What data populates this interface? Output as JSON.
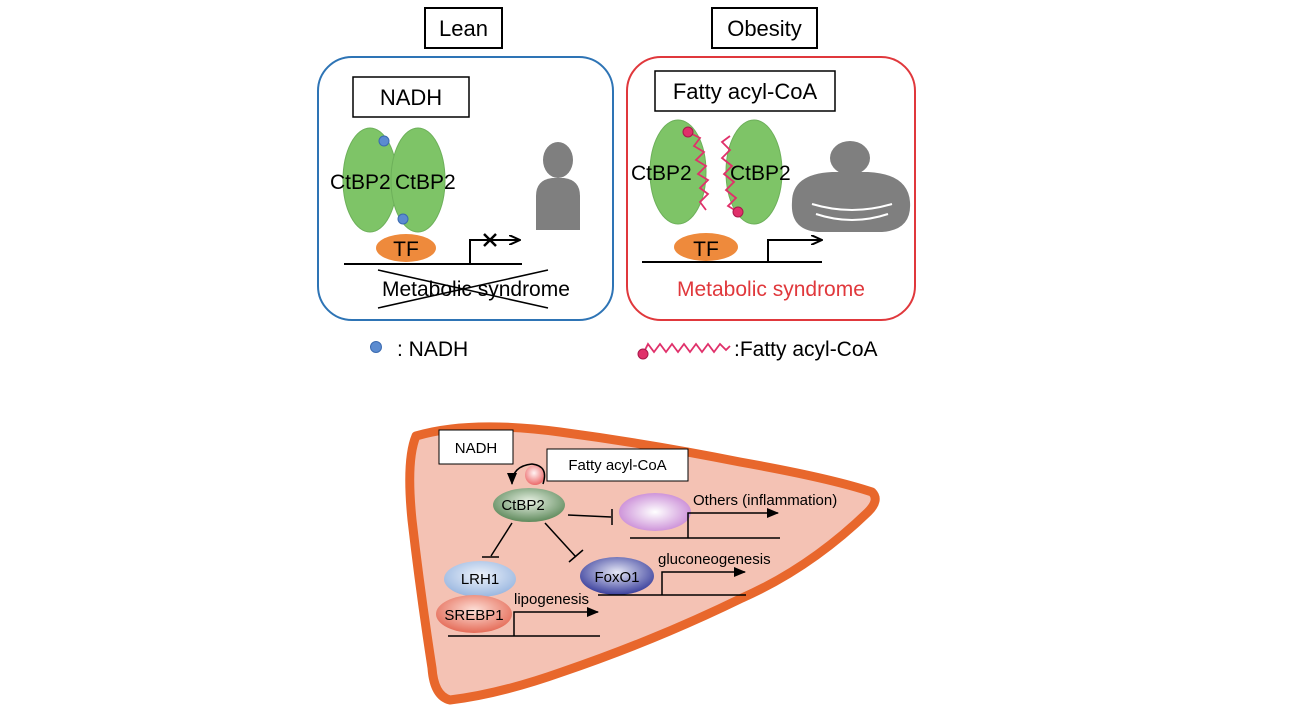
{
  "top": {
    "lean_panel": {
      "title": "Lean",
      "nadh_box": "NADH",
      "ctbp2_left": "CtBP2",
      "ctbp2_right": "CtBP2",
      "tf": "TF",
      "outcome": "Metabolic syndrome",
      "border_color": "#2e74b5"
    },
    "obesity_panel": {
      "title": "Obesity",
      "acyl_box": "Fatty acyl-CoA",
      "ctbp2_left": "CtBP2",
      "ctbp2_right": "CtBP2",
      "tf": "TF",
      "outcome": "Metabolic syndrome",
      "border_color": "#e0383c"
    },
    "legend": {
      "nadh": ": NADH",
      "acyl": ":Fatty acyl-CoA"
    }
  },
  "liver": {
    "nadh_box": "NADH",
    "acyl_box": "Fatty acyl-CoA",
    "ctbp2": "CtBP2",
    "lrh1": "LRH1",
    "srebp1": "SREBP1",
    "foxo1": "FoxO1",
    "lipogenesis": "lipogenesis",
    "gluconeogenesis": "gluconeogenesis",
    "others": "Others (inflammation)",
    "fill_color": "#f4c2b4",
    "border_color": "#e8672c"
  },
  "colors": {
    "green": "#7ec467",
    "orange_tf": "#ee8a3c",
    "nadh_dot": "#5b8bd0",
    "acyl_red": "#e0306a"
  }
}
